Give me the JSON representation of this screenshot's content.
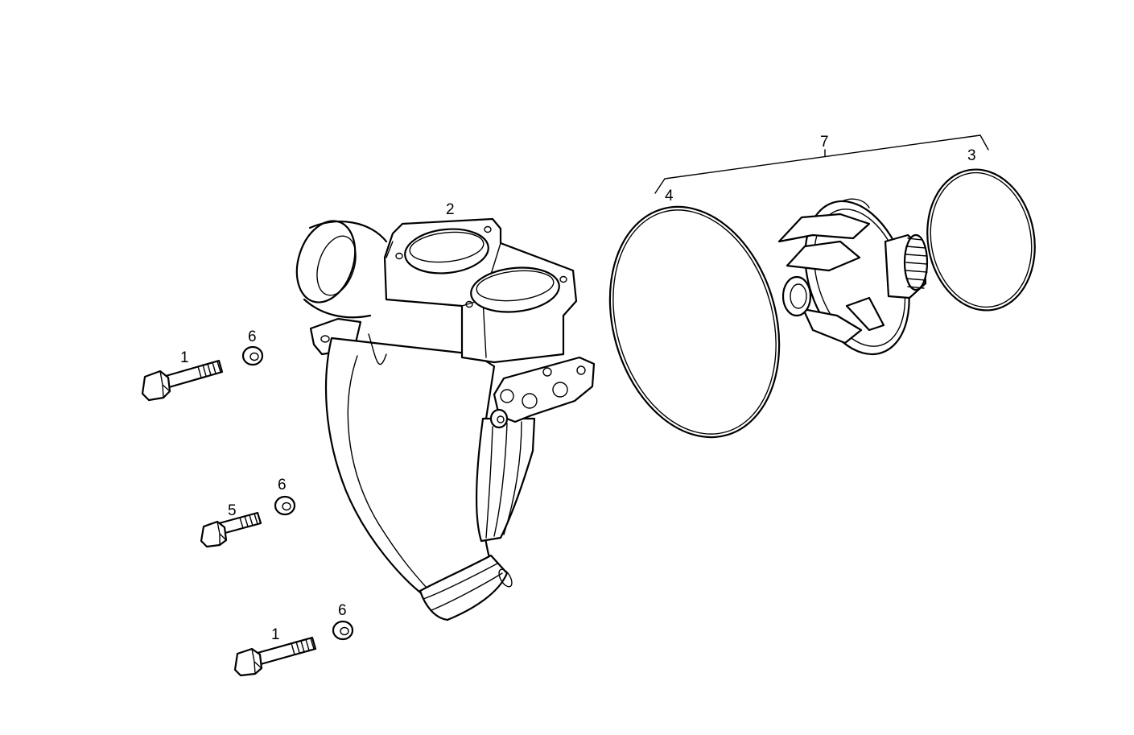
{
  "callouts": {
    "bolt_upper": "1",
    "washer_upper": "6",
    "pump_housing": "2",
    "washer_middle": "6",
    "screw_middle": "5",
    "washer_lower": "6",
    "bolt_lower": "1",
    "large_seal_ring": "4",
    "pump_assembly": "7",
    "small_seal_ring": "3"
  }
}
